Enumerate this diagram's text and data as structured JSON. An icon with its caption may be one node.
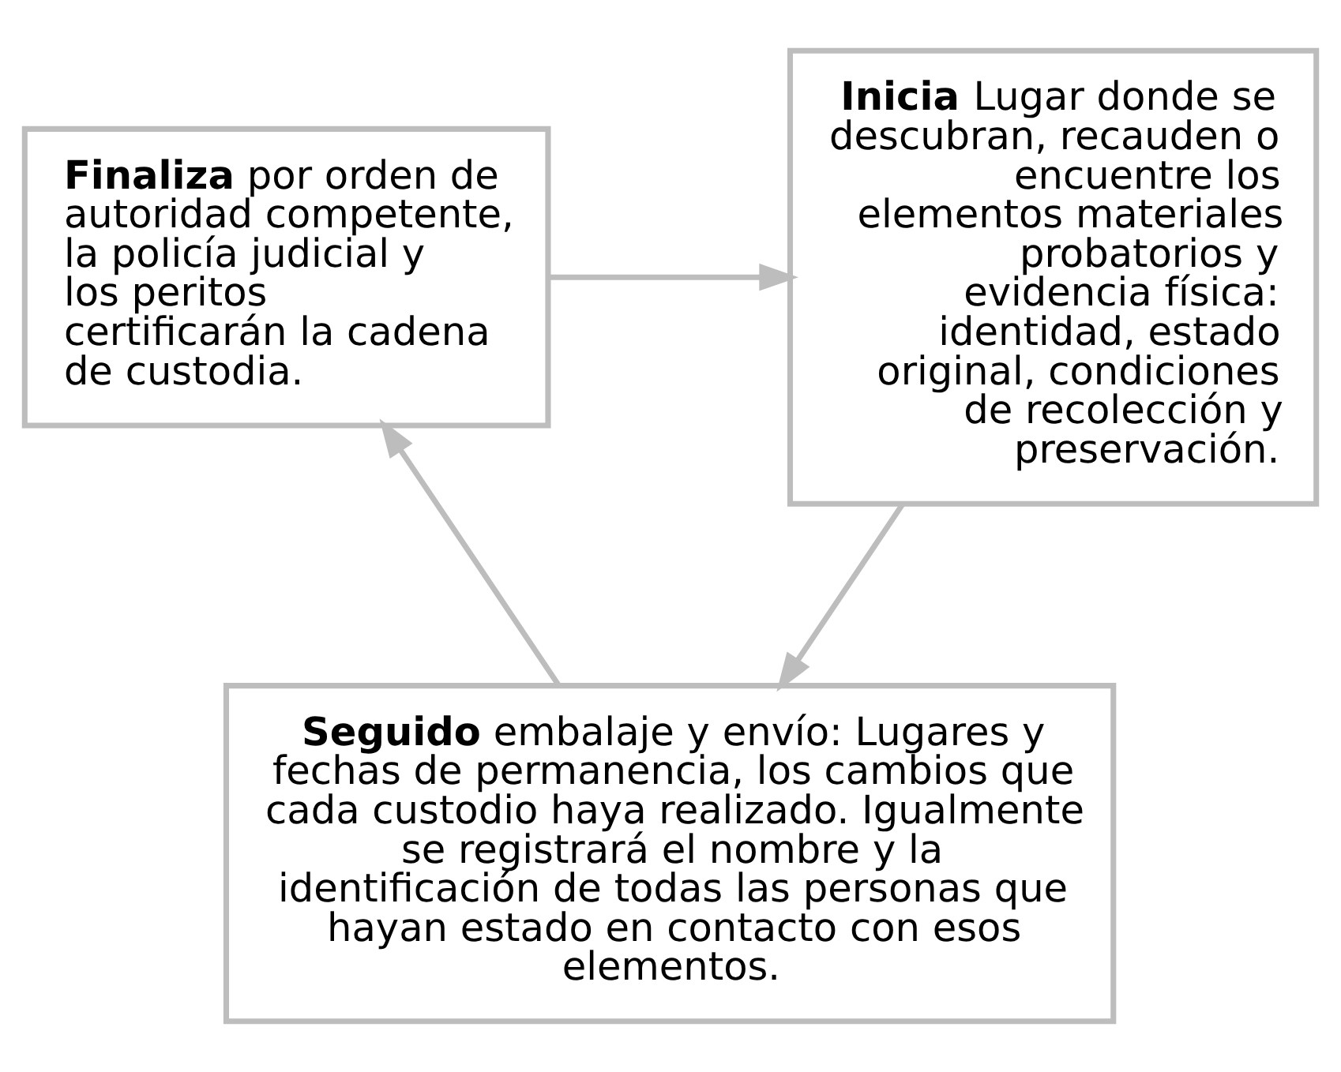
{
  "diagram": {
    "nodes": [
      {
        "text": [
          "Finaliza por orden de autoridad competente, la policía judicial y los peritos certificarán la cadena de custodia."
        ]
      },
      {
        "text": [
          "Inicia Lugar donde se descubran, recauden o encuentre los elementos materiales probatorios y evidencia física: identidad, estado original, condiciones de recolección y preservación."
        ]
      },
      {
        "text": [
          "Seguido embalaje y envío: Lugares y fechas de permanencia, los cambios que cada custodio haya realizado. Igualmente se registrará el nombre y la identificación de todas las personas que hayan estado en contacto con esos elementos."
        ]
      }
    ],
    "edges": [
      {
        "from": 0,
        "to": 1,
        "arrow": "to"
      },
      {
        "from": 1,
        "to": 2,
        "arrow": "to"
      },
      {
        "from": 2,
        "to": 0,
        "arrow": "to"
      }
    ]
  }
}
